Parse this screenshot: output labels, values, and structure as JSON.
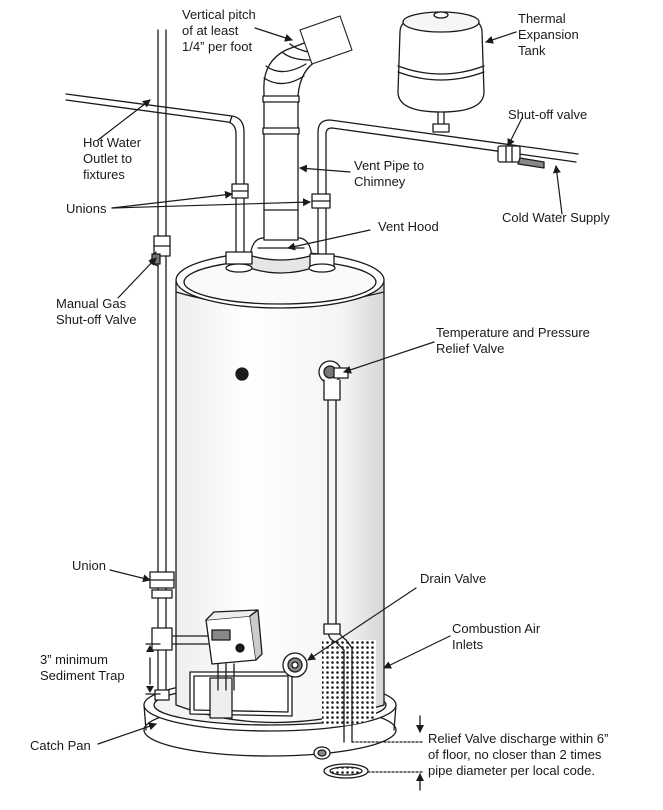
{
  "labels": {
    "vertical_pitch": [
      "Vertical pitch",
      "of at least",
      "1/4” per foot"
    ],
    "thermal_tank": [
      "Thermal",
      "Expansion",
      "Tank"
    ],
    "hot_water_outlet": [
      "Hot Water",
      "Outlet to",
      "fixtures"
    ],
    "shutoff_valve": "Shut-off valve",
    "vent_pipe": [
      "Vent Pipe to",
      "Chimney"
    ],
    "cold_water_supply": "Cold Water Supply",
    "unions_top": "Unions",
    "vent_hood": "Vent Hood",
    "manual_gas": [
      "Manual Gas",
      "Shut-off Valve"
    ],
    "tp_relief": [
      "Temperature and Pressure",
      "Relief Valve"
    ],
    "union_bottom": "Union",
    "drain_valve": "Drain Valve",
    "combustion_air": [
      "Combustion Air",
      "Inlets"
    ],
    "sediment_trap": [
      "3” minimum",
      "Sediment Trap"
    ],
    "catch_pan": "Catch Pan",
    "relief_discharge": [
      "Relief Valve discharge within 6”",
      "of floor, no closer than 2 times",
      "pipe diameter per local code."
    ]
  },
  "colors": {
    "line": "#1a1a1a",
    "tank_fill": "#ffffff",
    "shade": "#d9d9d9"
  },
  "icons": [
    "water-heater-tank",
    "thermal-expansion-tank",
    "gas-control-valve",
    "drain-valve",
    "tp-relief-valve"
  ]
}
